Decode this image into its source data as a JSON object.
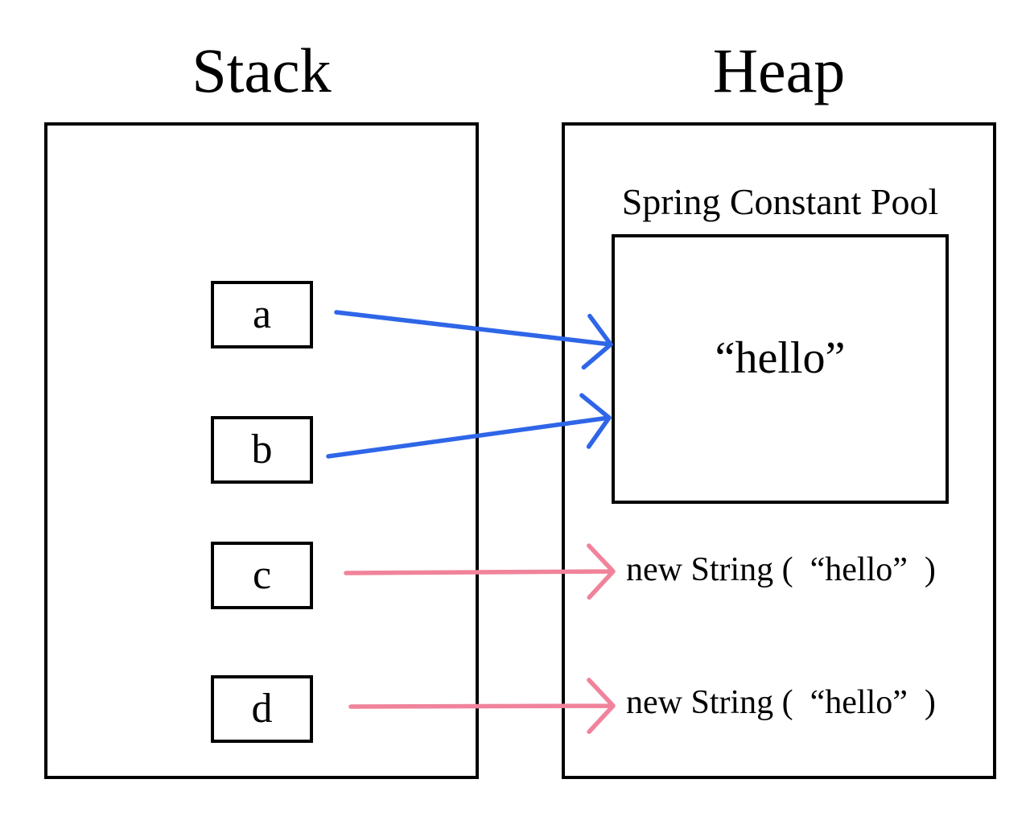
{
  "titles": {
    "stack": "Stack",
    "heap": "Heap"
  },
  "stack": {
    "variables": [
      {
        "label": "a"
      },
      {
        "label": "b"
      },
      {
        "label": "c"
      },
      {
        "label": "d"
      }
    ]
  },
  "heap": {
    "pool_label": "Spring Constant Pool",
    "pool_value": "“hello”",
    "new_strings": [
      "new String (  “hello”  )",
      "new String (  “hello”  )"
    ]
  },
  "colors": {
    "background": "#ffffff",
    "outline": "#000000",
    "pool_reference_blue": "#2f66e8",
    "new_reference_pink": "#f0839b"
  },
  "arrows": [
    {
      "name": "arrow-a-to-pool",
      "from": "a",
      "to": "constant-pool-hello",
      "color": "#2f66e8",
      "points": [
        418,
        388,
        759,
        428
      ]
    },
    {
      "name": "arrow-b-to-pool",
      "from": "b",
      "to": "constant-pool-hello",
      "color": "#2f66e8",
      "points": [
        408,
        567,
        757,
        519
      ]
    },
    {
      "name": "arrow-c-to-new-string-1",
      "from": "c",
      "to": "new-string-1",
      "color": "#f0839b",
      "points": [
        430,
        712,
        762,
        710
      ]
    },
    {
      "name": "arrow-d-to-new-string-2",
      "from": "d",
      "to": "new-string-2",
      "color": "#f0839b",
      "points": [
        436,
        878,
        762,
        877
      ]
    }
  ]
}
